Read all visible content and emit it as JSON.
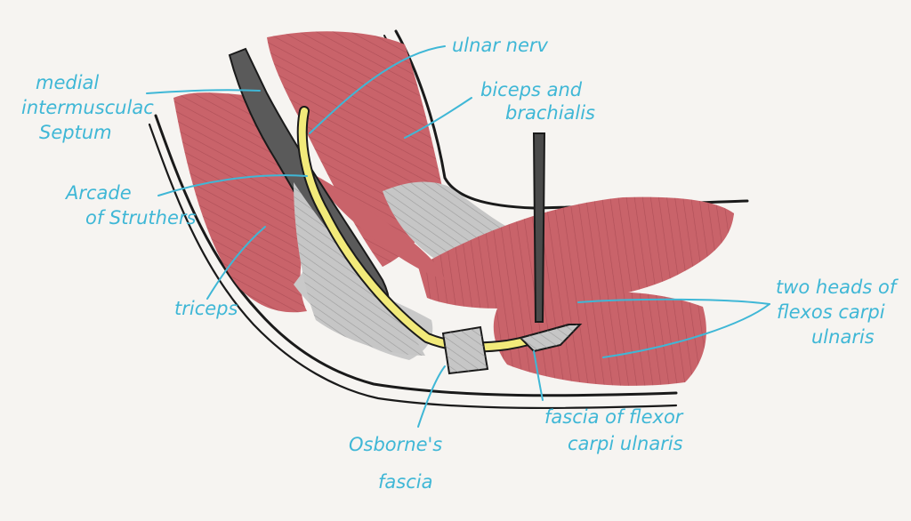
{
  "labels": {
    "ulnar_nerve": "ulnar nerv",
    "biceps_brachialis": [
      "biceps and",
      "brachialis"
    ],
    "medial_septum": [
      "medial",
      "intermusculac",
      "Septum"
    ],
    "arcade_struthers": [
      "Arcade",
      "of Struthers"
    ],
    "triceps": "triceps",
    "two_heads_fcu": [
      "two heads of",
      "flexos carpi",
      "ulnaris"
    ],
    "osbornes_fascia": [
      "Osborne's",
      "fascia"
    ],
    "fascia_fcu": [
      "fascia of flexor",
      "carpi ulnaris"
    ]
  },
  "colors": {
    "background": "#f6f4f1",
    "muscle": "#c9636a",
    "muscle_fibre": "#9a3f48",
    "fascia": "#c4c4c4",
    "septum": "#5a5a5a",
    "nerve": "#f2ea7a",
    "outline": "#1a1a1a",
    "label": "#3fb7d6"
  }
}
